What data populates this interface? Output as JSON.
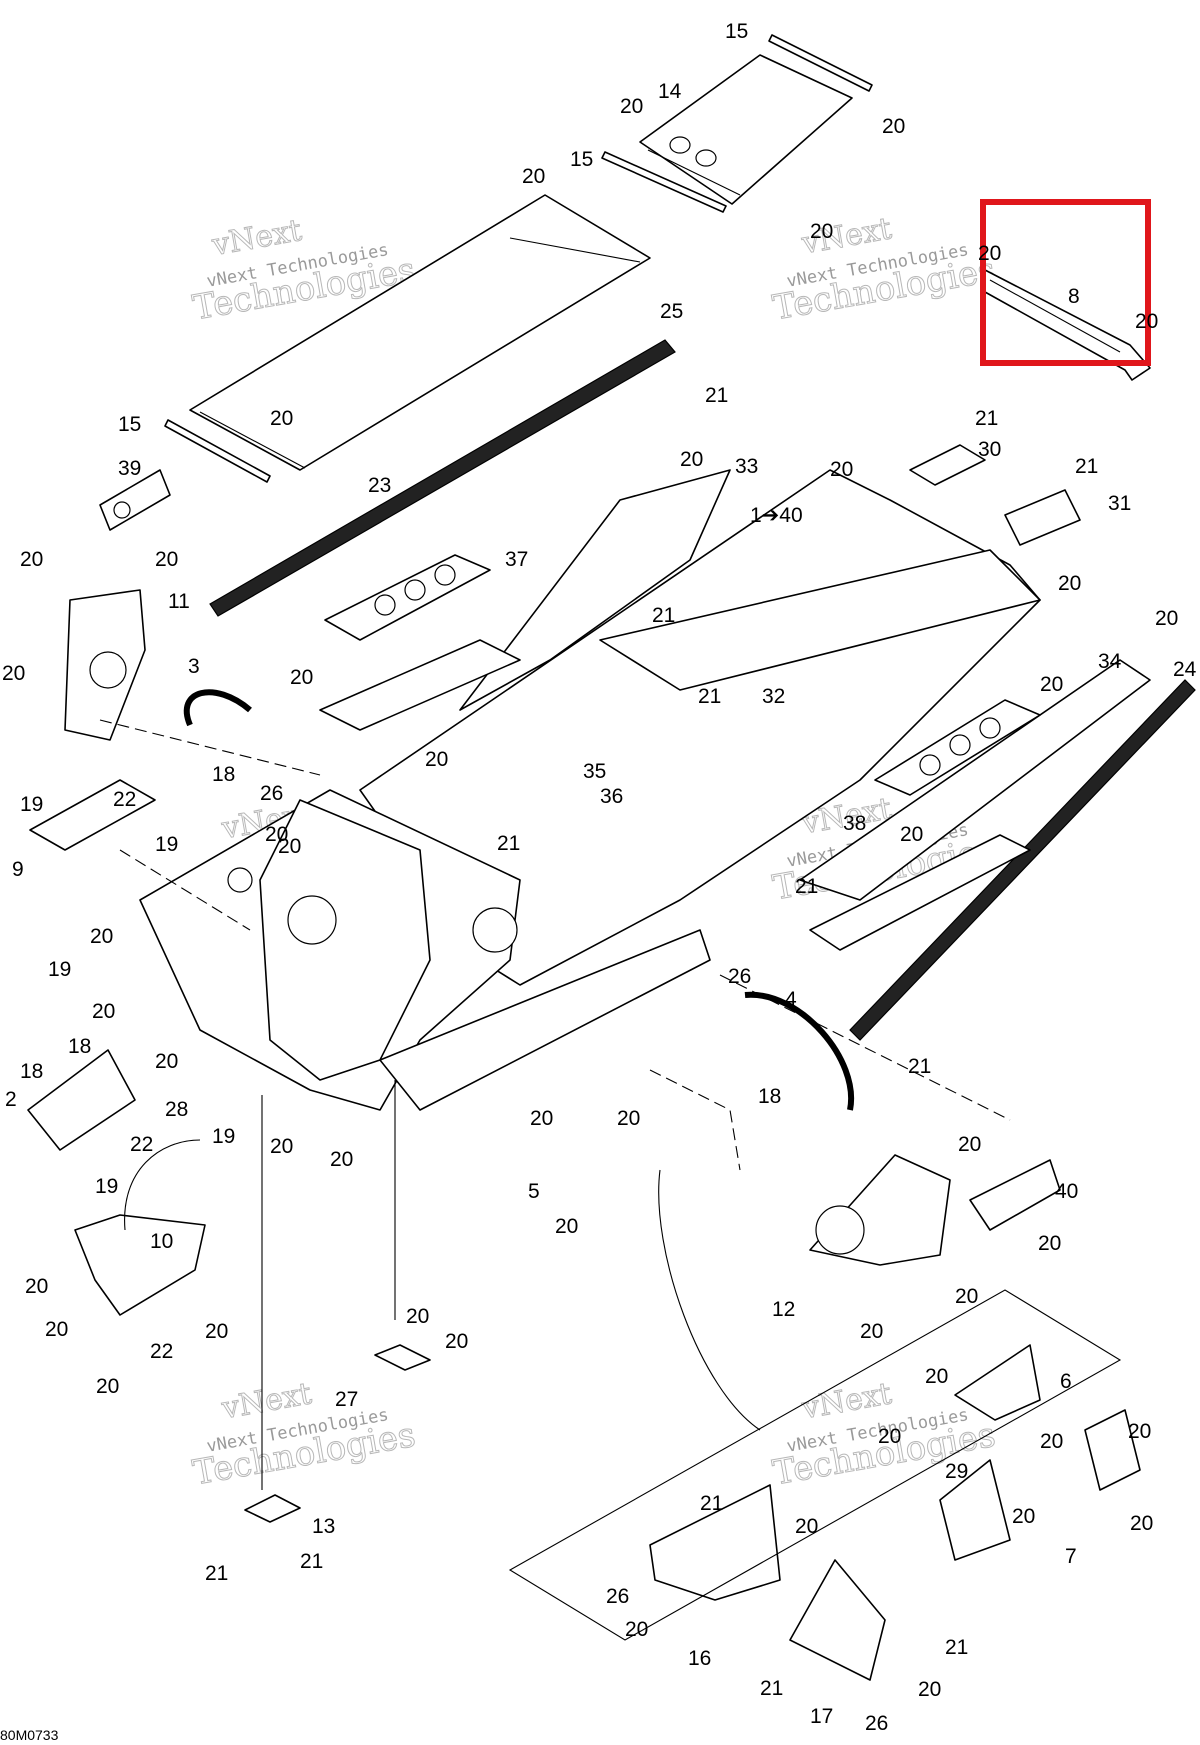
{
  "diagram": {
    "figure_code": "80M0733",
    "watermark": {
      "line1": "vNext",
      "line2": "vNext Technologies",
      "line3": "Technologies"
    },
    "highlight_color": "#e0161b",
    "callouts": [
      {
        "id": "c15a",
        "text": "15"
      },
      {
        "id": "c14",
        "text": "14"
      },
      {
        "id": "c20a",
        "text": "20"
      },
      {
        "id": "c20b",
        "text": "20"
      },
      {
        "id": "c15b",
        "text": "15"
      },
      {
        "id": "c20c",
        "text": "20"
      },
      {
        "id": "c20d",
        "text": "20"
      },
      {
        "id": "c25",
        "text": "25"
      },
      {
        "id": "c8",
        "text": "8"
      },
      {
        "id": "c20e",
        "text": "20"
      },
      {
        "id": "c20f",
        "text": "20"
      },
      {
        "id": "c21a",
        "text": "21"
      },
      {
        "id": "c15c",
        "text": "15"
      },
      {
        "id": "c20g",
        "text": "20"
      },
      {
        "id": "c39",
        "text": "39"
      },
      {
        "id": "c23",
        "text": "23"
      },
      {
        "id": "c20h",
        "text": "20"
      },
      {
        "id": "c33",
        "text": "33"
      },
      {
        "id": "c20i",
        "text": "20"
      },
      {
        "id": "c21b",
        "text": "21"
      },
      {
        "id": "c30",
        "text": "30"
      },
      {
        "id": "c21c",
        "text": "21"
      },
      {
        "id": "c31",
        "text": "31"
      },
      {
        "id": "c1to40",
        "text": "1➔40"
      },
      {
        "id": "c20j",
        "text": "20"
      },
      {
        "id": "c20k",
        "text": "20"
      },
      {
        "id": "c37",
        "text": "37"
      },
      {
        "id": "c11",
        "text": "11"
      },
      {
        "id": "c20l",
        "text": "20"
      },
      {
        "id": "c20m",
        "text": "20"
      },
      {
        "id": "c21d",
        "text": "21"
      },
      {
        "id": "c20n",
        "text": "20"
      },
      {
        "id": "c3",
        "text": "3"
      },
      {
        "id": "c20o",
        "text": "20"
      },
      {
        "id": "c34",
        "text": "34"
      },
      {
        "id": "c24",
        "text": "24"
      },
      {
        "id": "c20p",
        "text": "20"
      },
      {
        "id": "c21e",
        "text": "21"
      },
      {
        "id": "c32",
        "text": "32"
      },
      {
        "id": "c20q",
        "text": "20"
      },
      {
        "id": "c18a",
        "text": "18"
      },
      {
        "id": "c26a",
        "text": "26"
      },
      {
        "id": "c35",
        "text": "35"
      },
      {
        "id": "c36",
        "text": "36"
      },
      {
        "id": "c20r",
        "text": "20"
      },
      {
        "id": "c38",
        "text": "38"
      },
      {
        "id": "c20s",
        "text": "20"
      },
      {
        "id": "c19a",
        "text": "19"
      },
      {
        "id": "c22a",
        "text": "22"
      },
      {
        "id": "c19b",
        "text": "19"
      },
      {
        "id": "c21f",
        "text": "21"
      },
      {
        "id": "c20t",
        "text": "20"
      },
      {
        "id": "c21g",
        "text": "21"
      },
      {
        "id": "c9",
        "text": "9"
      },
      {
        "id": "c20u",
        "text": "20"
      },
      {
        "id": "c19c",
        "text": "19"
      },
      {
        "id": "c26b",
        "text": "26"
      },
      {
        "id": "c4",
        "text": "4"
      },
      {
        "id": "c20v",
        "text": "20"
      },
      {
        "id": "c18b",
        "text": "18"
      },
      {
        "id": "c18c",
        "text": "18"
      },
      {
        "id": "c20w",
        "text": "20"
      },
      {
        "id": "c21h",
        "text": "21"
      },
      {
        "id": "c2",
        "text": "2"
      },
      {
        "id": "c28",
        "text": "28"
      },
      {
        "id": "c18d",
        "text": "18"
      },
      {
        "id": "c20x",
        "text": "20"
      },
      {
        "id": "c19d",
        "text": "19"
      },
      {
        "id": "c22b",
        "text": "22"
      },
      {
        "id": "c20y",
        "text": "20"
      },
      {
        "id": "c20z",
        "text": "20"
      },
      {
        "id": "c20aa",
        "text": "20"
      },
      {
        "id": "c19e",
        "text": "19"
      },
      {
        "id": "c5",
        "text": "5"
      },
      {
        "id": "c20ab",
        "text": "20"
      },
      {
        "id": "c20ac",
        "text": "20"
      },
      {
        "id": "c40",
        "text": "40"
      },
      {
        "id": "c10",
        "text": "10"
      },
      {
        "id": "c20ad",
        "text": "20"
      },
      {
        "id": "c20ae",
        "text": "20"
      },
      {
        "id": "c20af",
        "text": "20"
      },
      {
        "id": "c12",
        "text": "12"
      },
      {
        "id": "c20ag",
        "text": "20"
      },
      {
        "id": "c20ah",
        "text": "20"
      },
      {
        "id": "c22c",
        "text": "22"
      },
      {
        "id": "c20ai",
        "text": "20"
      },
      {
        "id": "c20aj",
        "text": "20"
      },
      {
        "id": "c20ak",
        "text": "20"
      },
      {
        "id": "c27",
        "text": "27"
      },
      {
        "id": "c20al",
        "text": "20"
      },
      {
        "id": "c6",
        "text": "6"
      },
      {
        "id": "c20am",
        "text": "20"
      },
      {
        "id": "c20an",
        "text": "20"
      },
      {
        "id": "c29",
        "text": "29"
      },
      {
        "id": "c20ao",
        "text": "20"
      },
      {
        "id": "c20ap",
        "text": "20"
      },
      {
        "id": "c21i",
        "text": "21"
      },
      {
        "id": "c20aq",
        "text": "20"
      },
      {
        "id": "c20ar",
        "text": "20"
      },
      {
        "id": "c7",
        "text": "7"
      },
      {
        "id": "c13",
        "text": "13"
      },
      {
        "id": "c21j",
        "text": "21"
      },
      {
        "id": "c21k",
        "text": "21"
      },
      {
        "id": "c26c",
        "text": "26"
      },
      {
        "id": "c20as",
        "text": "20"
      },
      {
        "id": "c16",
        "text": "16"
      },
      {
        "id": "c21l",
        "text": "21"
      },
      {
        "id": "c20at",
        "text": "20"
      },
      {
        "id": "c21m",
        "text": "21"
      },
      {
        "id": "c17",
        "text": "17"
      },
      {
        "id": "c26d",
        "text": "26"
      },
      {
        "id": "c20au",
        "text": "20"
      }
    ]
  }
}
